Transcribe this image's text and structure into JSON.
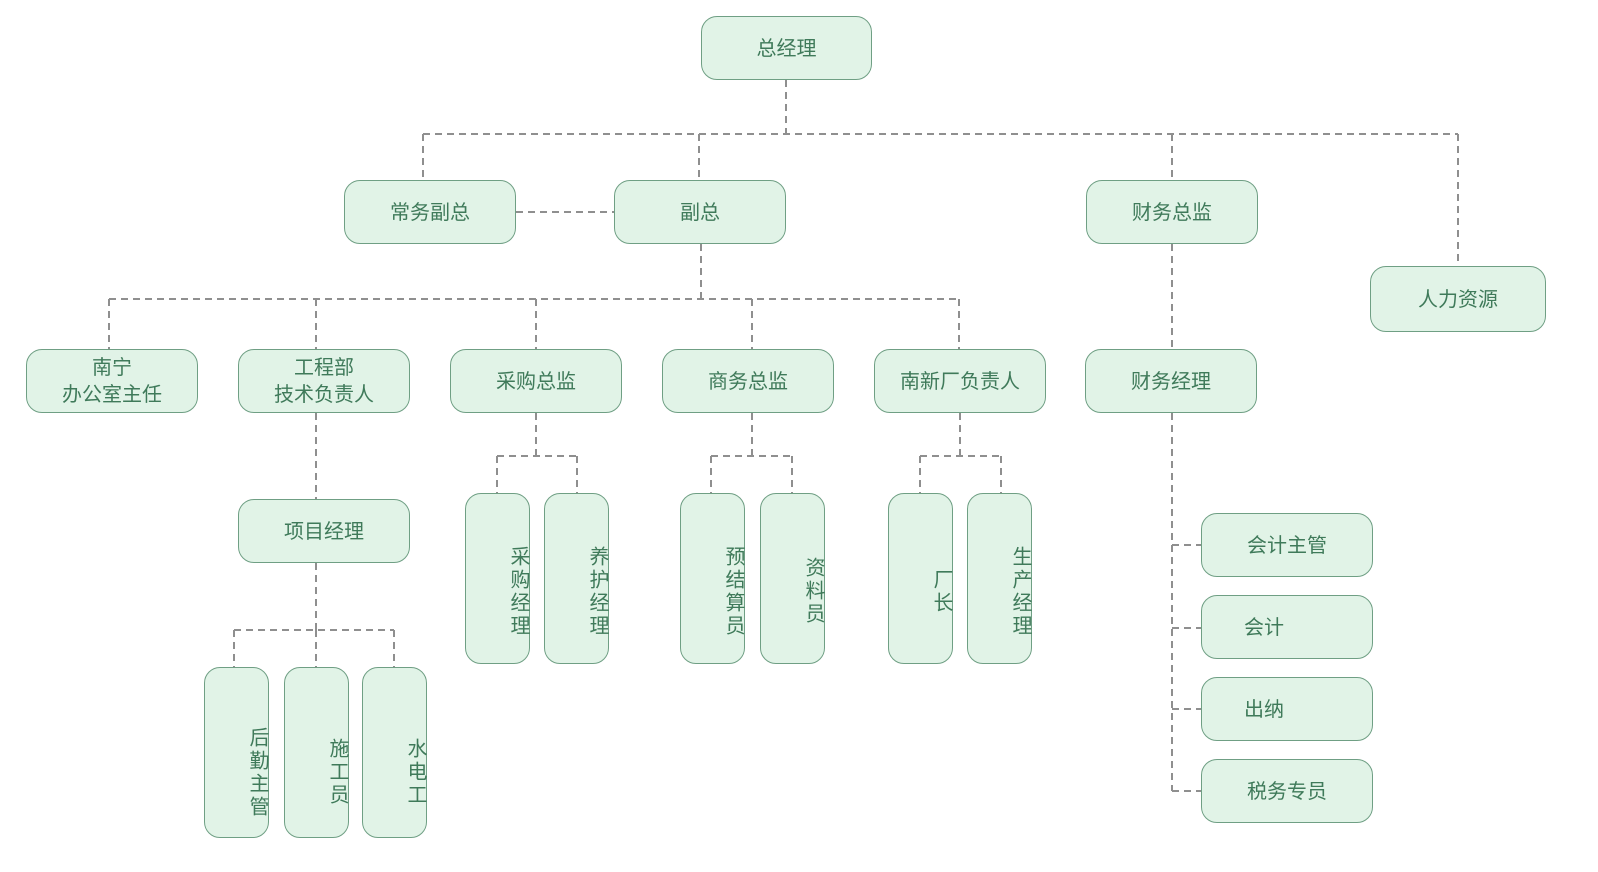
{
  "diagram": {
    "type": "org-chart",
    "colors": {
      "node_fill": "#e1f3e7",
      "node_border": "#6f9f84",
      "node_text": "#3f7a5a",
      "connector": "#8f8f8f"
    },
    "nodes": {
      "gm": "总经理",
      "exec_vp": "常务副总",
      "vp": "副总",
      "cfo": "财务总监",
      "hr": "人力资源",
      "nanning_office": "南宁\n办公室主任",
      "engineering": "工程部\n技术负责人",
      "purchasing_director": "采购总监",
      "business_director": "商务总监",
      "nanxin_head": "南新厂负责人",
      "finance_manager": "财务经理",
      "project_manager": "项目经理",
      "purchasing_manager": "采购经理",
      "maintenance_manager": "养护经理",
      "budget_clerk": "预结算员",
      "records_clerk": "资料员",
      "plant_director": "厂长",
      "production_manager": "生产经理",
      "logistics_supervisor": "后勤主管",
      "construction_worker": "施工员",
      "electrician_plumber": "水电工",
      "accounting_supervisor": "会计主管",
      "accountant": "会计",
      "cashier": "出纳",
      "tax_specialist": "税务专员"
    },
    "edges": [
      [
        "gm",
        "exec_vp"
      ],
      [
        "gm",
        "vp"
      ],
      [
        "gm",
        "cfo"
      ],
      [
        "gm",
        "hr"
      ],
      [
        "exec_vp",
        "vp"
      ],
      [
        "vp",
        "nanning_office"
      ],
      [
        "vp",
        "engineering"
      ],
      [
        "vp",
        "purchasing_director"
      ],
      [
        "vp",
        "business_director"
      ],
      [
        "vp",
        "nanxin_head"
      ],
      [
        "engineering",
        "project_manager"
      ],
      [
        "project_manager",
        "logistics_supervisor"
      ],
      [
        "project_manager",
        "construction_worker"
      ],
      [
        "project_manager",
        "electrician_plumber"
      ],
      [
        "purchasing_director",
        "purchasing_manager"
      ],
      [
        "purchasing_director",
        "maintenance_manager"
      ],
      [
        "business_director",
        "budget_clerk"
      ],
      [
        "business_director",
        "records_clerk"
      ],
      [
        "nanxin_head",
        "plant_director"
      ],
      [
        "nanxin_head",
        "production_manager"
      ],
      [
        "cfo",
        "finance_manager"
      ],
      [
        "finance_manager",
        "accounting_supervisor"
      ],
      [
        "finance_manager",
        "accountant"
      ],
      [
        "finance_manager",
        "cashier"
      ],
      [
        "finance_manager",
        "tax_specialist"
      ]
    ]
  }
}
